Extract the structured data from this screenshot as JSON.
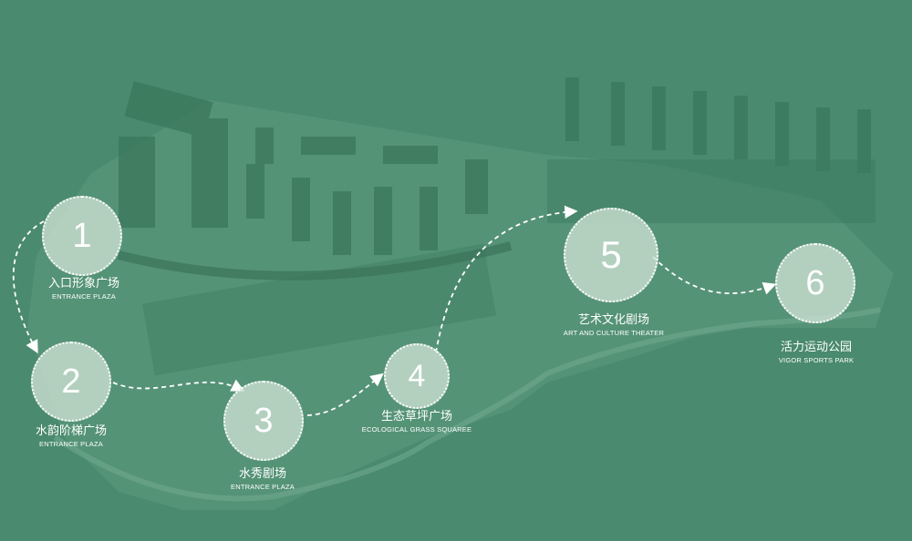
{
  "stations": [
    {
      "number": "1",
      "cn": "入口形象广场",
      "en": "ENTRANCE PLAZA"
    },
    {
      "number": "2",
      "cn": "水韵阶梯广场",
      "en": "ENTRANCE PLAZA"
    },
    {
      "number": "3",
      "cn": "水秀剧场",
      "en": "ENTRANCE PLAZA"
    },
    {
      "number": "4",
      "cn": "生态草坪广场",
      "en": "ECOLOGICAL GRASS SQUAREE"
    },
    {
      "number": "5",
      "cn": "艺术文化剧场",
      "en": "ART AND CULTURE THEATER"
    },
    {
      "number": "6",
      "cn": "活力运动公园",
      "en": "VIGOR SPORTS PARK"
    }
  ],
  "colors": {
    "background": "#4a8a6e",
    "circle_fill": "#cfe3d5",
    "route": "#ffffff",
    "site": "#5f9a80",
    "building": "#3f7a5f"
  }
}
